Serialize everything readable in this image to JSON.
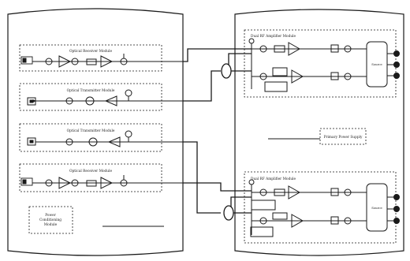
{
  "modules": {
    "receiver_top": "Optical Receiver Module",
    "transmitter_top": "Optical Transmitter Module",
    "transmitter_bottom": "Optical Transmitter Module",
    "receiver_bottom": "Optical Receiver Module",
    "power_left_line1": "Power",
    "power_left_line2": "Conditioning",
    "power_left_line3": "Module",
    "rf_amp_top": "Dual RF Amplifier Module",
    "rf_amp_bottom": "Dual RF Amplifier Module",
    "primary_power": "Primary Power Supply",
    "source_top": "Source",
    "source_bottom": "Source"
  },
  "colors": {
    "stroke": "#1a1a1a",
    "fill": "#ffffff"
  }
}
